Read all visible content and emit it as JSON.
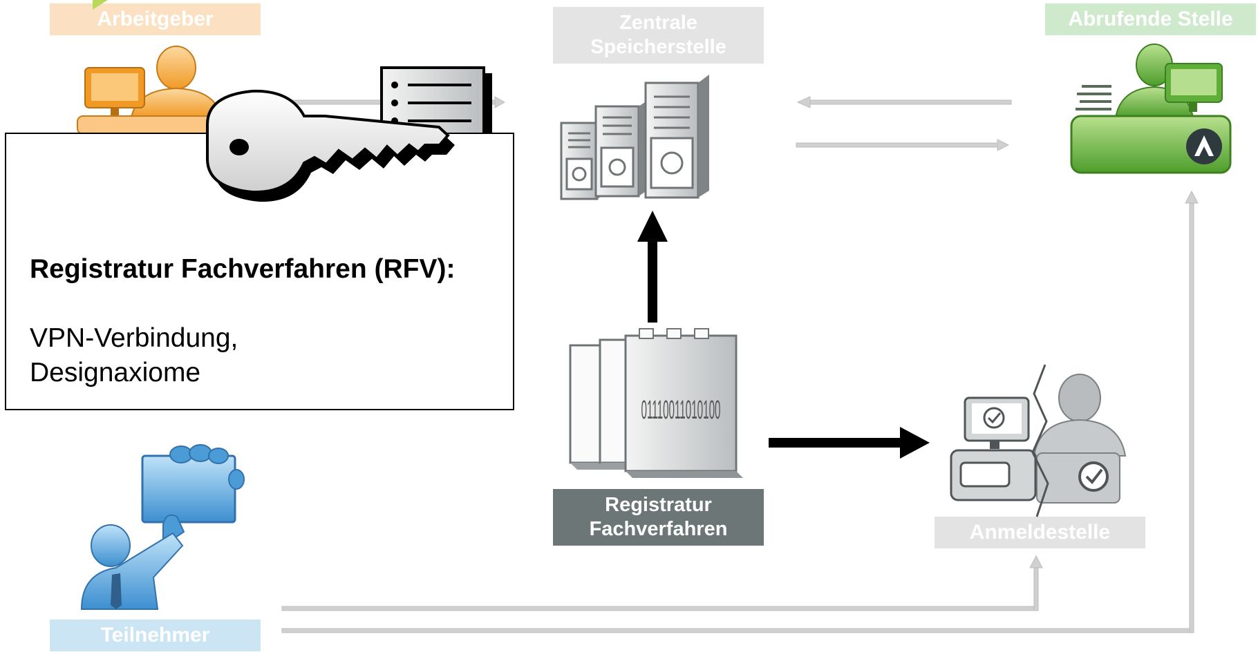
{
  "nodes": {
    "arbeitgeber": {
      "label": "Arbeitgeber",
      "color": "#fbe0c2"
    },
    "zentrale": {
      "line1": "Zentrale",
      "line2": "Speicherstelle",
      "color": "#e4e4e4"
    },
    "abrufende": {
      "label": "Abrufende Stelle",
      "color": "#cfe9cc"
    },
    "registratur": {
      "line1": "Registratur",
      "line2": "Fachverfahren",
      "color": "#6c7676"
    },
    "anmelde": {
      "label": "Anmeldestelle",
      "color": "#e3e3e3"
    },
    "teilnehmer": {
      "label": "Teilnehmer",
      "color": "#cbe5f4"
    }
  },
  "info_box": {
    "title": "Registratur Fachverfahren (RFV):",
    "line1": "VPN-Verbindung,",
    "line2": "Designaxiome"
  },
  "chip_digits": "01110011010100",
  "colors": {
    "arrow_dark": "#000000",
    "arrow_light": "#c4c4c4",
    "employer_orange": "#f3a12a",
    "agency_green": "#5fae3a",
    "person_blue": "#4a9bd6",
    "server_gray": "#8f9496"
  }
}
